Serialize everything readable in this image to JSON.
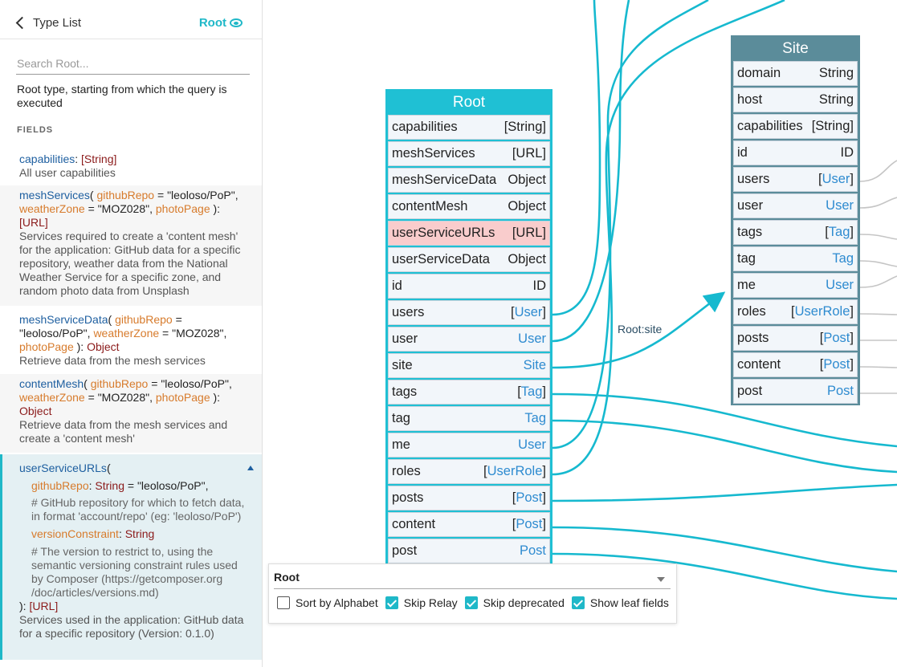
{
  "sidebar": {
    "back_label": "Type List",
    "type_name": "Root",
    "search_placeholder": "Search Root...",
    "type_description": "Root type, starting from which the query is executed",
    "fields_header": "FIELDS",
    "fields": {
      "capabilities": {
        "name": "capabilities",
        "type": "[String]",
        "description": "All user capabilities"
      },
      "meshServices": {
        "name": "meshServices",
        "args": [
          "githubRepo",
          "weatherZone",
          "photoPage"
        ],
        "defaults": [
          "\"leoloso/PoP\"",
          "\"MOZ028\""
        ],
        "type": "[URL]",
        "description": "Services required to create a 'content mesh' for the application: GitHub data for a specific repository, weather data from the National Weather Service for a specific zone, and random photo data from Unsplash"
      },
      "meshServiceData": {
        "name": "meshServiceData",
        "args": [
          "githubRepo",
          "weatherZone",
          "photoPage"
        ],
        "defaults": [
          "\"leoloso/PoP\"",
          "\"MOZ028\""
        ],
        "type": "Object",
        "description": "Retrieve data from the mesh services"
      },
      "contentMesh": {
        "name": "contentMesh",
        "args": [
          "githubRepo",
          "weatherZone",
          "photoPage"
        ],
        "defaults": [
          "\"leoloso/PoP\"",
          "\"MOZ028\""
        ],
        "type": "Object",
        "description": "Retrieve data from the mesh services and create a 'content mesh'"
      },
      "userServiceURLs": {
        "name": "userServiceURLs",
        "arg1": {
          "name": "githubRepo",
          "type": "String",
          "default": "\"leoloso/PoP\"",
          "comment": "# GitHub repository for which to fetch data, in format 'account/repo' (eg: 'leoloso/PoP')"
        },
        "arg2": {
          "name": "versionConstraint",
          "type": "String",
          "comment": "# The version to restrict to, using the semantic versioning constraint rules used by Composer (https://getcomposer.org /doc/articles/versions.md)"
        },
        "type": "[URL]",
        "description": "Services used in the application: GitHub data for a specific repository (Version: 0.1.0)"
      }
    }
  },
  "root_node": {
    "title": "Root",
    "rows": [
      {
        "name": "capabilities",
        "pre": "",
        "type": "[String]",
        "post": "",
        "link": false
      },
      {
        "name": "meshServices",
        "pre": "",
        "type": "[URL]",
        "post": "",
        "link": false
      },
      {
        "name": "meshServiceData",
        "pre": "",
        "type": "Object",
        "post": "",
        "link": false
      },
      {
        "name": "contentMesh",
        "pre": "",
        "type": "Object",
        "post": "",
        "link": false
      },
      {
        "name": "userServiceURLs",
        "pre": "",
        "type": "[URL]",
        "post": "",
        "link": false,
        "highlight": true
      },
      {
        "name": "userServiceData",
        "pre": "",
        "type": "Object",
        "post": "",
        "link": false
      },
      {
        "name": "id",
        "pre": "",
        "type": "ID",
        "post": "",
        "link": false
      },
      {
        "name": "users",
        "pre": "[",
        "type": "User",
        "post": "]",
        "link": true
      },
      {
        "name": "user",
        "pre": "",
        "type": "User",
        "post": "",
        "link": true
      },
      {
        "name": "site",
        "pre": "",
        "type": "Site",
        "post": "",
        "link": true
      },
      {
        "name": "tags",
        "pre": "[",
        "type": "Tag",
        "post": "]",
        "link": true
      },
      {
        "name": "tag",
        "pre": "",
        "type": "Tag",
        "post": "",
        "link": true
      },
      {
        "name": "me",
        "pre": "",
        "type": "User",
        "post": "",
        "link": true
      },
      {
        "name": "roles",
        "pre": "[",
        "type": "UserRole",
        "post": "]",
        "link": true
      },
      {
        "name": "posts",
        "pre": "[",
        "type": "Post",
        "post": "]",
        "link": true
      },
      {
        "name": "content",
        "pre": "[",
        "type": "Post",
        "post": "]",
        "link": true
      },
      {
        "name": "post",
        "pre": "",
        "type": "Post",
        "post": "",
        "link": true
      }
    ]
  },
  "site_node": {
    "title": "Site",
    "rows": [
      {
        "name": "domain",
        "pre": "",
        "type": "String",
        "post": "",
        "link": false
      },
      {
        "name": "host",
        "pre": "",
        "type": "String",
        "post": "",
        "link": false
      },
      {
        "name": "capabilities",
        "pre": "",
        "type": "[String]",
        "post": "",
        "link": false
      },
      {
        "name": "id",
        "pre": "",
        "type": "ID",
        "post": "",
        "link": false
      },
      {
        "name": "users",
        "pre": "[",
        "type": "User",
        "post": "]",
        "link": true
      },
      {
        "name": "user",
        "pre": "",
        "type": "User",
        "post": "",
        "link": true
      },
      {
        "name": "tags",
        "pre": "[",
        "type": "Tag",
        "post": "]",
        "link": true
      },
      {
        "name": "tag",
        "pre": "",
        "type": "Tag",
        "post": "",
        "link": true
      },
      {
        "name": "me",
        "pre": "",
        "type": "User",
        "post": "",
        "link": true
      },
      {
        "name": "roles",
        "pre": "[",
        "type": "UserRole",
        "post": "]",
        "link": true
      },
      {
        "name": "posts",
        "pre": "[",
        "type": "Post",
        "post": "]",
        "link": true
      },
      {
        "name": "content",
        "pre": "[",
        "type": "Post",
        "post": "]",
        "link": true
      },
      {
        "name": "post",
        "pre": "",
        "type": "Post",
        "post": "",
        "link": true
      }
    ]
  },
  "edge_label": "Root:site",
  "controls": {
    "root_select": "Root",
    "options": [
      {
        "label": "Sort by Alphabet",
        "checked": false
      },
      {
        "label": "Skip Relay",
        "checked": true
      },
      {
        "label": "Skip deprecated",
        "checked": true
      },
      {
        "label": "Show leaf fields",
        "checked": true
      }
    ]
  },
  "colors": {
    "accent": "#1fb8c8",
    "root_header": "#1fc0d4",
    "site_header": "#5b8c9a",
    "highlight_row": "#f9cccc",
    "wire": "#16b9cf"
  }
}
